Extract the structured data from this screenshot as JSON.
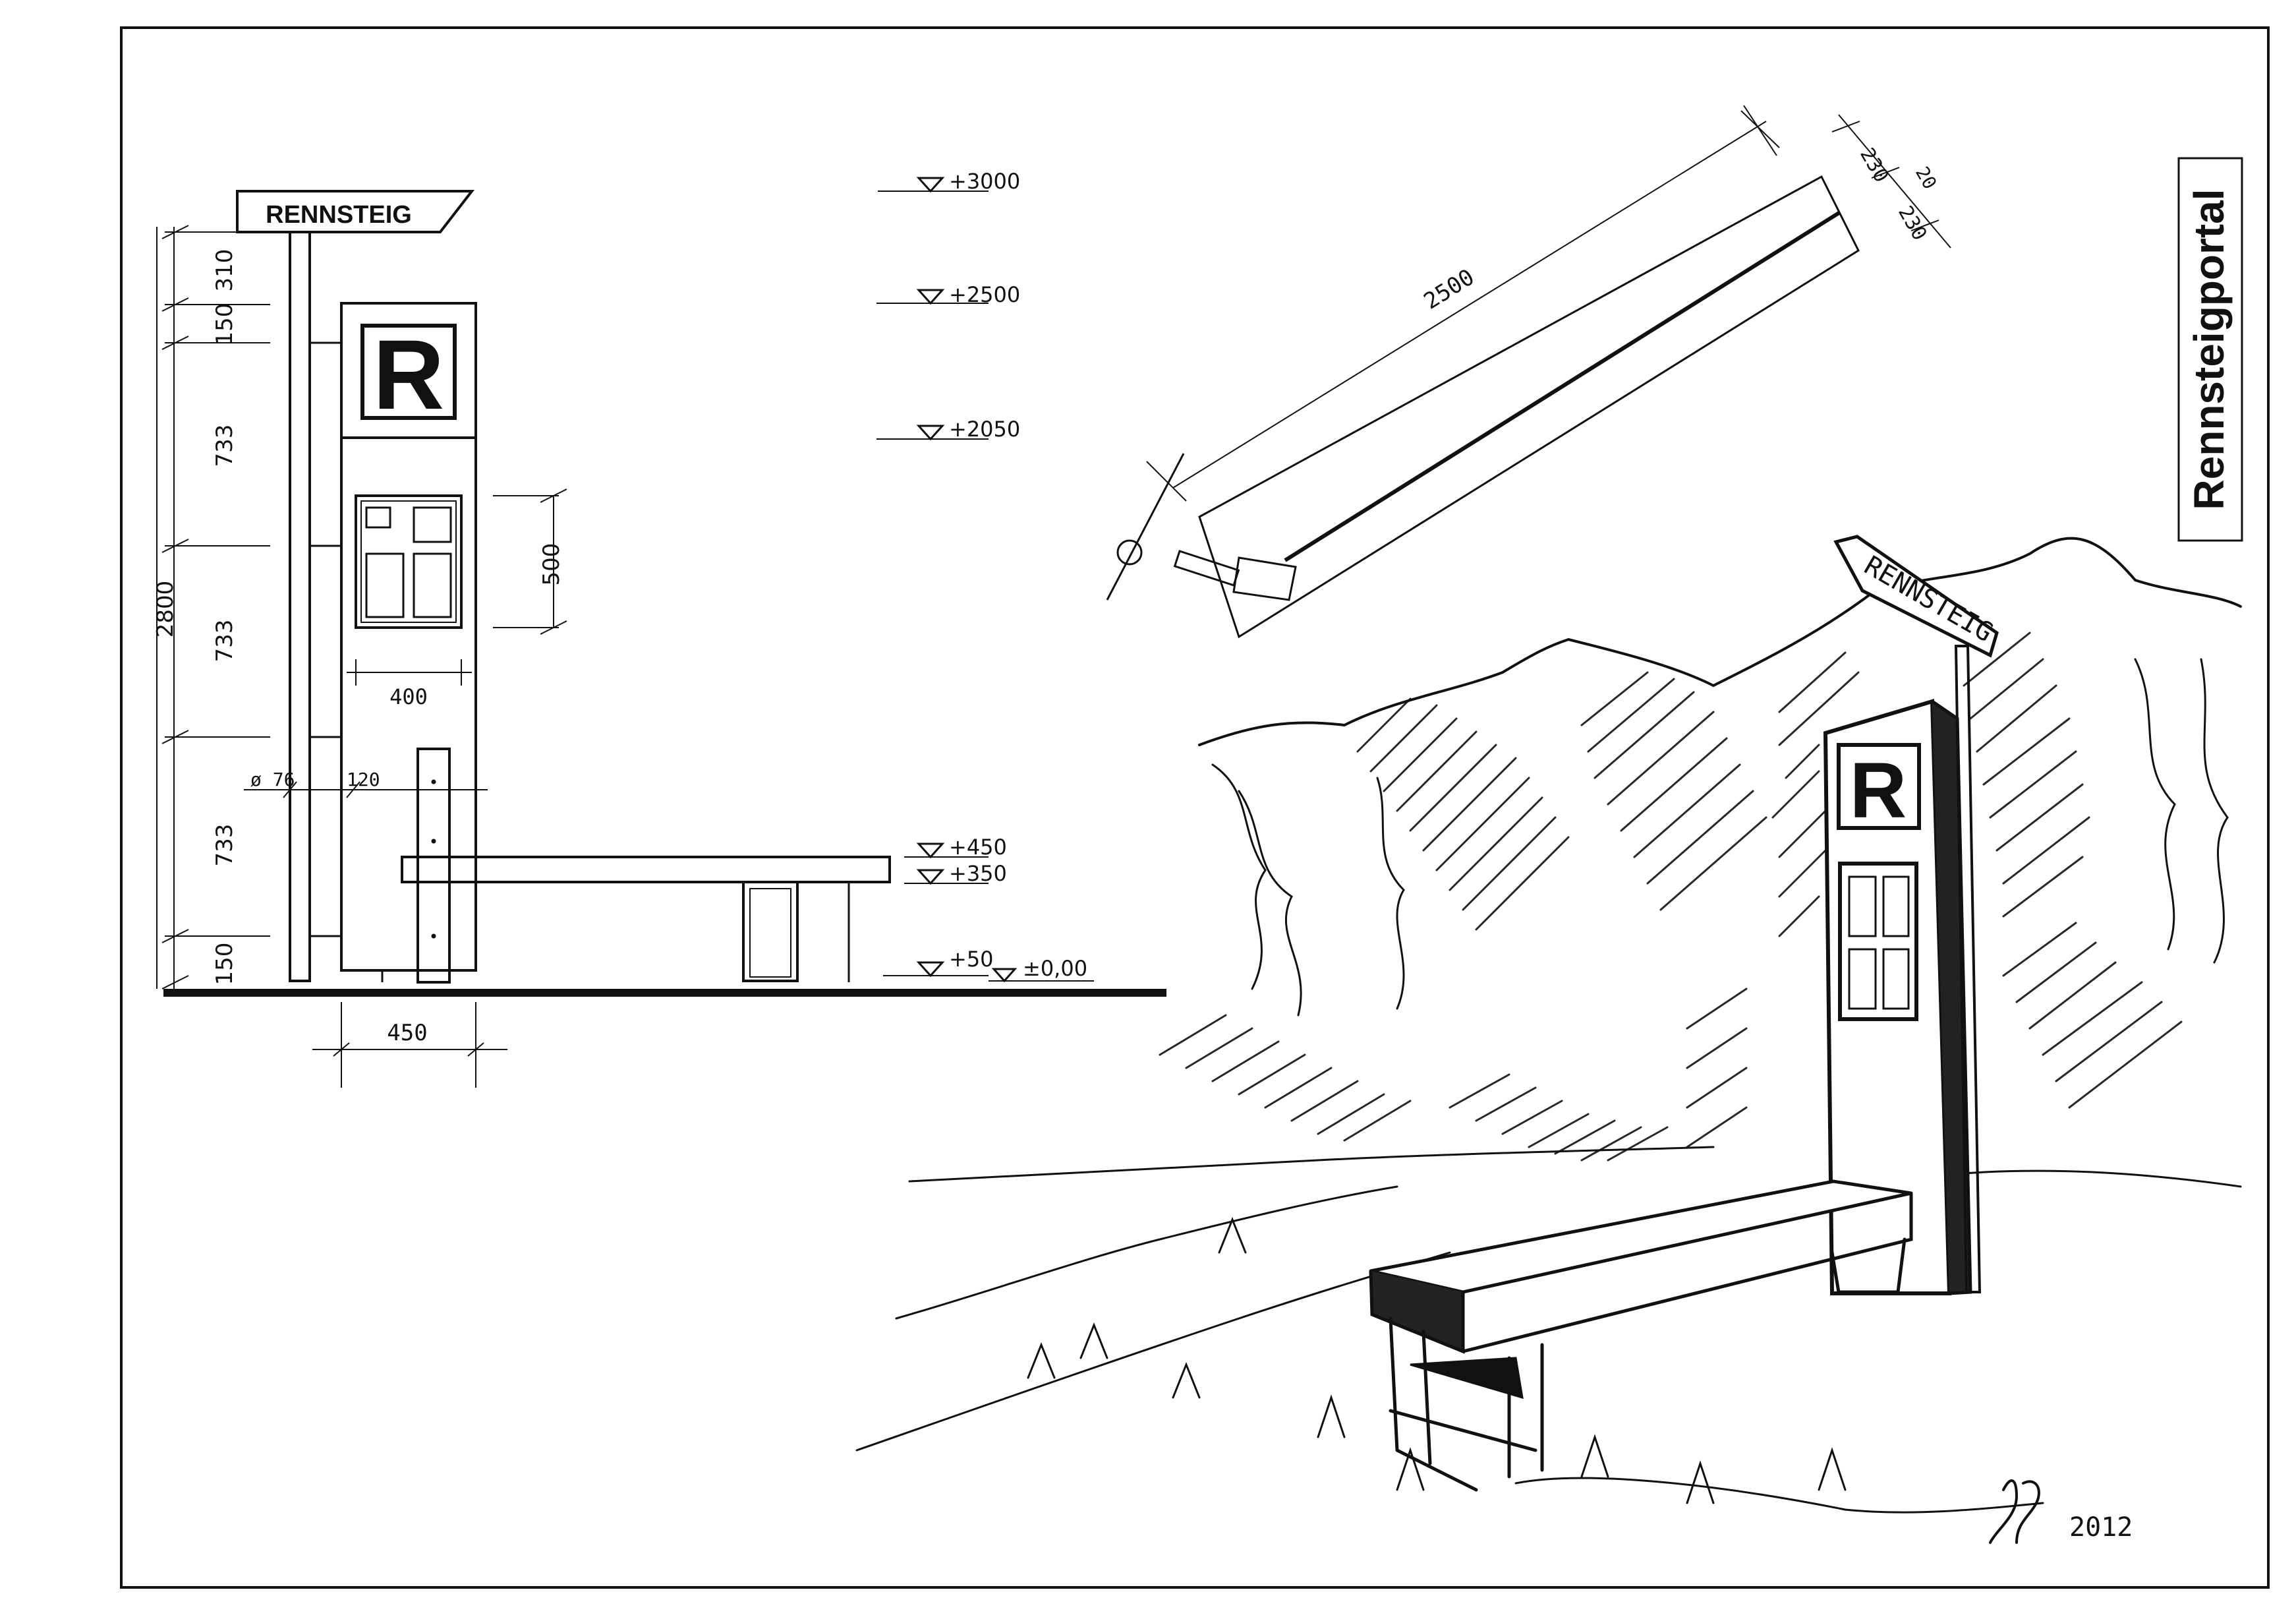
{
  "title": "Rennsteigportal",
  "signature": "2012",
  "elevation": {
    "sign_label": "RENNSTEIG",
    "emblem_letter": "R",
    "dims_vertical_left": [
      "310",
      "150",
      "733",
      "733",
      "733",
      "150"
    ],
    "dim_total": "2800",
    "dim_board_height": "500",
    "dim_board_width": "400",
    "dim_pipe": "ø 76",
    "dim_post": "120",
    "dim_base": "450",
    "levels": [
      "+3000",
      "+2500",
      "+2050",
      "+450",
      "+350",
      "+50",
      "±0,00"
    ]
  },
  "plan": {
    "dim_length": "2500",
    "dim_w1": "230",
    "dim_gap": "20",
    "dim_w2": "230"
  },
  "perspective": {
    "sign_label": "RENNSTEIG",
    "emblem_letter": "R"
  },
  "colors": {
    "ink": "#111111",
    "paper": "#ffffff"
  }
}
